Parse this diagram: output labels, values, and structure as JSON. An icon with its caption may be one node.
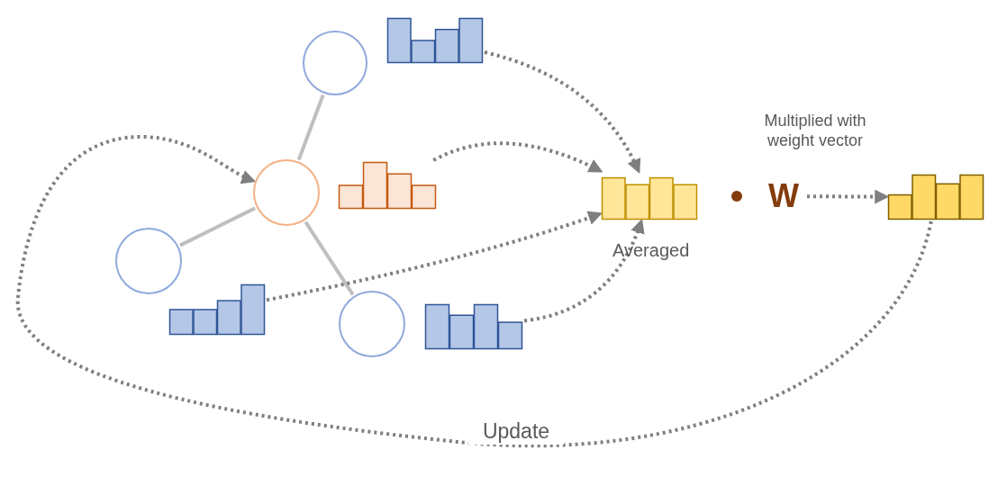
{
  "diagram": {
    "nodes": [
      {
        "text": [],
        "shape": "circle"
      },
      {
        "text": [],
        "shape": "bar"
      },
      {
        "text": [],
        "shape": "circle"
      },
      {
        "text": [],
        "shape": "bar"
      },
      {
        "text": [],
        "shape": "circle"
      },
      {
        "text": [],
        "shape": "bar"
      },
      {
        "text": [],
        "shape": "circle"
      },
      {
        "text": [],
        "shape": "bar"
      },
      {
        "text": [],
        "shape": "bar",
        "beside": [
          "Averaged"
        ]
      },
      {
        "text": [
          "W"
        ]
      },
      {
        "text": [],
        "shape": "bar"
      }
    ],
    "edges": [
      {
        "from": 2,
        "to": 0,
        "arrow": "none",
        "color": "#bfbfbf"
      },
      {
        "from": 2,
        "to": 4,
        "arrow": "none",
        "color": "#bfbfbf"
      },
      {
        "from": 2,
        "to": 6,
        "arrow": "none",
        "color": "#bfbfbf"
      },
      {
        "from": 1,
        "to": 8,
        "arrow": "to",
        "style": "dashed"
      },
      {
        "from": 3,
        "to": 8,
        "arrow": "to",
        "style": "dashed"
      },
      {
        "from": 5,
        "to": 8,
        "arrow": "to",
        "style": "dashed"
      },
      {
        "from": 7,
        "to": 8,
        "arrow": "to",
        "style": "dashed"
      },
      {
        "from": 9,
        "to": 10,
        "arrow": "to",
        "style": "dashed"
      },
      {
        "from": 10,
        "to": 2,
        "arrow": "to",
        "style": "dashed",
        "label": "Update"
      }
    ],
    "labels": [
      "Multiplied with weight vector"
    ]
  }
}
